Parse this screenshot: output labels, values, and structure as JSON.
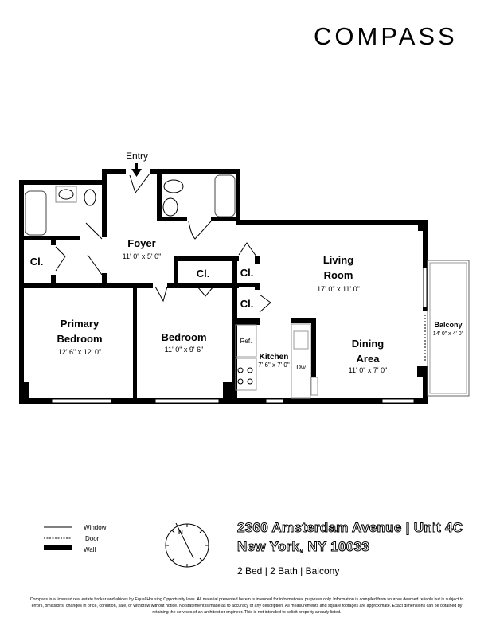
{
  "brand": {
    "logo_text": "COMPASS"
  },
  "floorplan": {
    "entry_label": "Entry",
    "rooms": [
      {
        "name": "Foyer",
        "size": "11' 0\" x 5' 0\""
      },
      {
        "name": "Living Room",
        "line1": "Living",
        "line2": "Room",
        "size": "17' 0\" x 11' 0\""
      },
      {
        "name": "Primary Bedroom",
        "line1": "Primary",
        "line2": "Bedroom",
        "size": "12' 6\" x 12' 0\""
      },
      {
        "name": "Bedroom",
        "size": "11' 0\" x 9' 6\""
      },
      {
        "name": "Kitchen",
        "size": "7' 6\" x 7' 0\""
      },
      {
        "name": "Dining Area",
        "line1": "Dining",
        "line2": "Area",
        "size": "11' 0\" x 7' 0\""
      },
      {
        "name": "Balcony",
        "size": "14' 0\" x 4' 0\""
      }
    ],
    "closet_label": "Cl.",
    "fridge_label": "Ref.",
    "dishwasher_label": "Dw"
  },
  "legend": [
    {
      "label": "Window",
      "style": "thin-line"
    },
    {
      "label": "Door",
      "style": "dashed-line"
    },
    {
      "label": "Wall",
      "style": "thick-bar"
    }
  ],
  "compass_icon": "north-compass-rose",
  "listing": {
    "address_line1": "2360 Amsterdam Avenue | Unit 4C",
    "address_line2": "New York, NY 10033",
    "features": "2 Bed | 2 Bath | Balcony"
  },
  "disclaimer": "Compass is a licensed real estate broker and abides by Equal Housing Opportunity laws. All material presented herein is intended for informational purposes only. Information is compiled from sources deemed reliable but is subject to errors, omissions, changes in price, condition, sale, or withdraw without notice. No statement is made as to accuracy of any description. All measurements and square footages are approximate. Exact dimensions can be obtained by retaining the services of an architect or engineer. This is not intended to solicit property already listed."
}
